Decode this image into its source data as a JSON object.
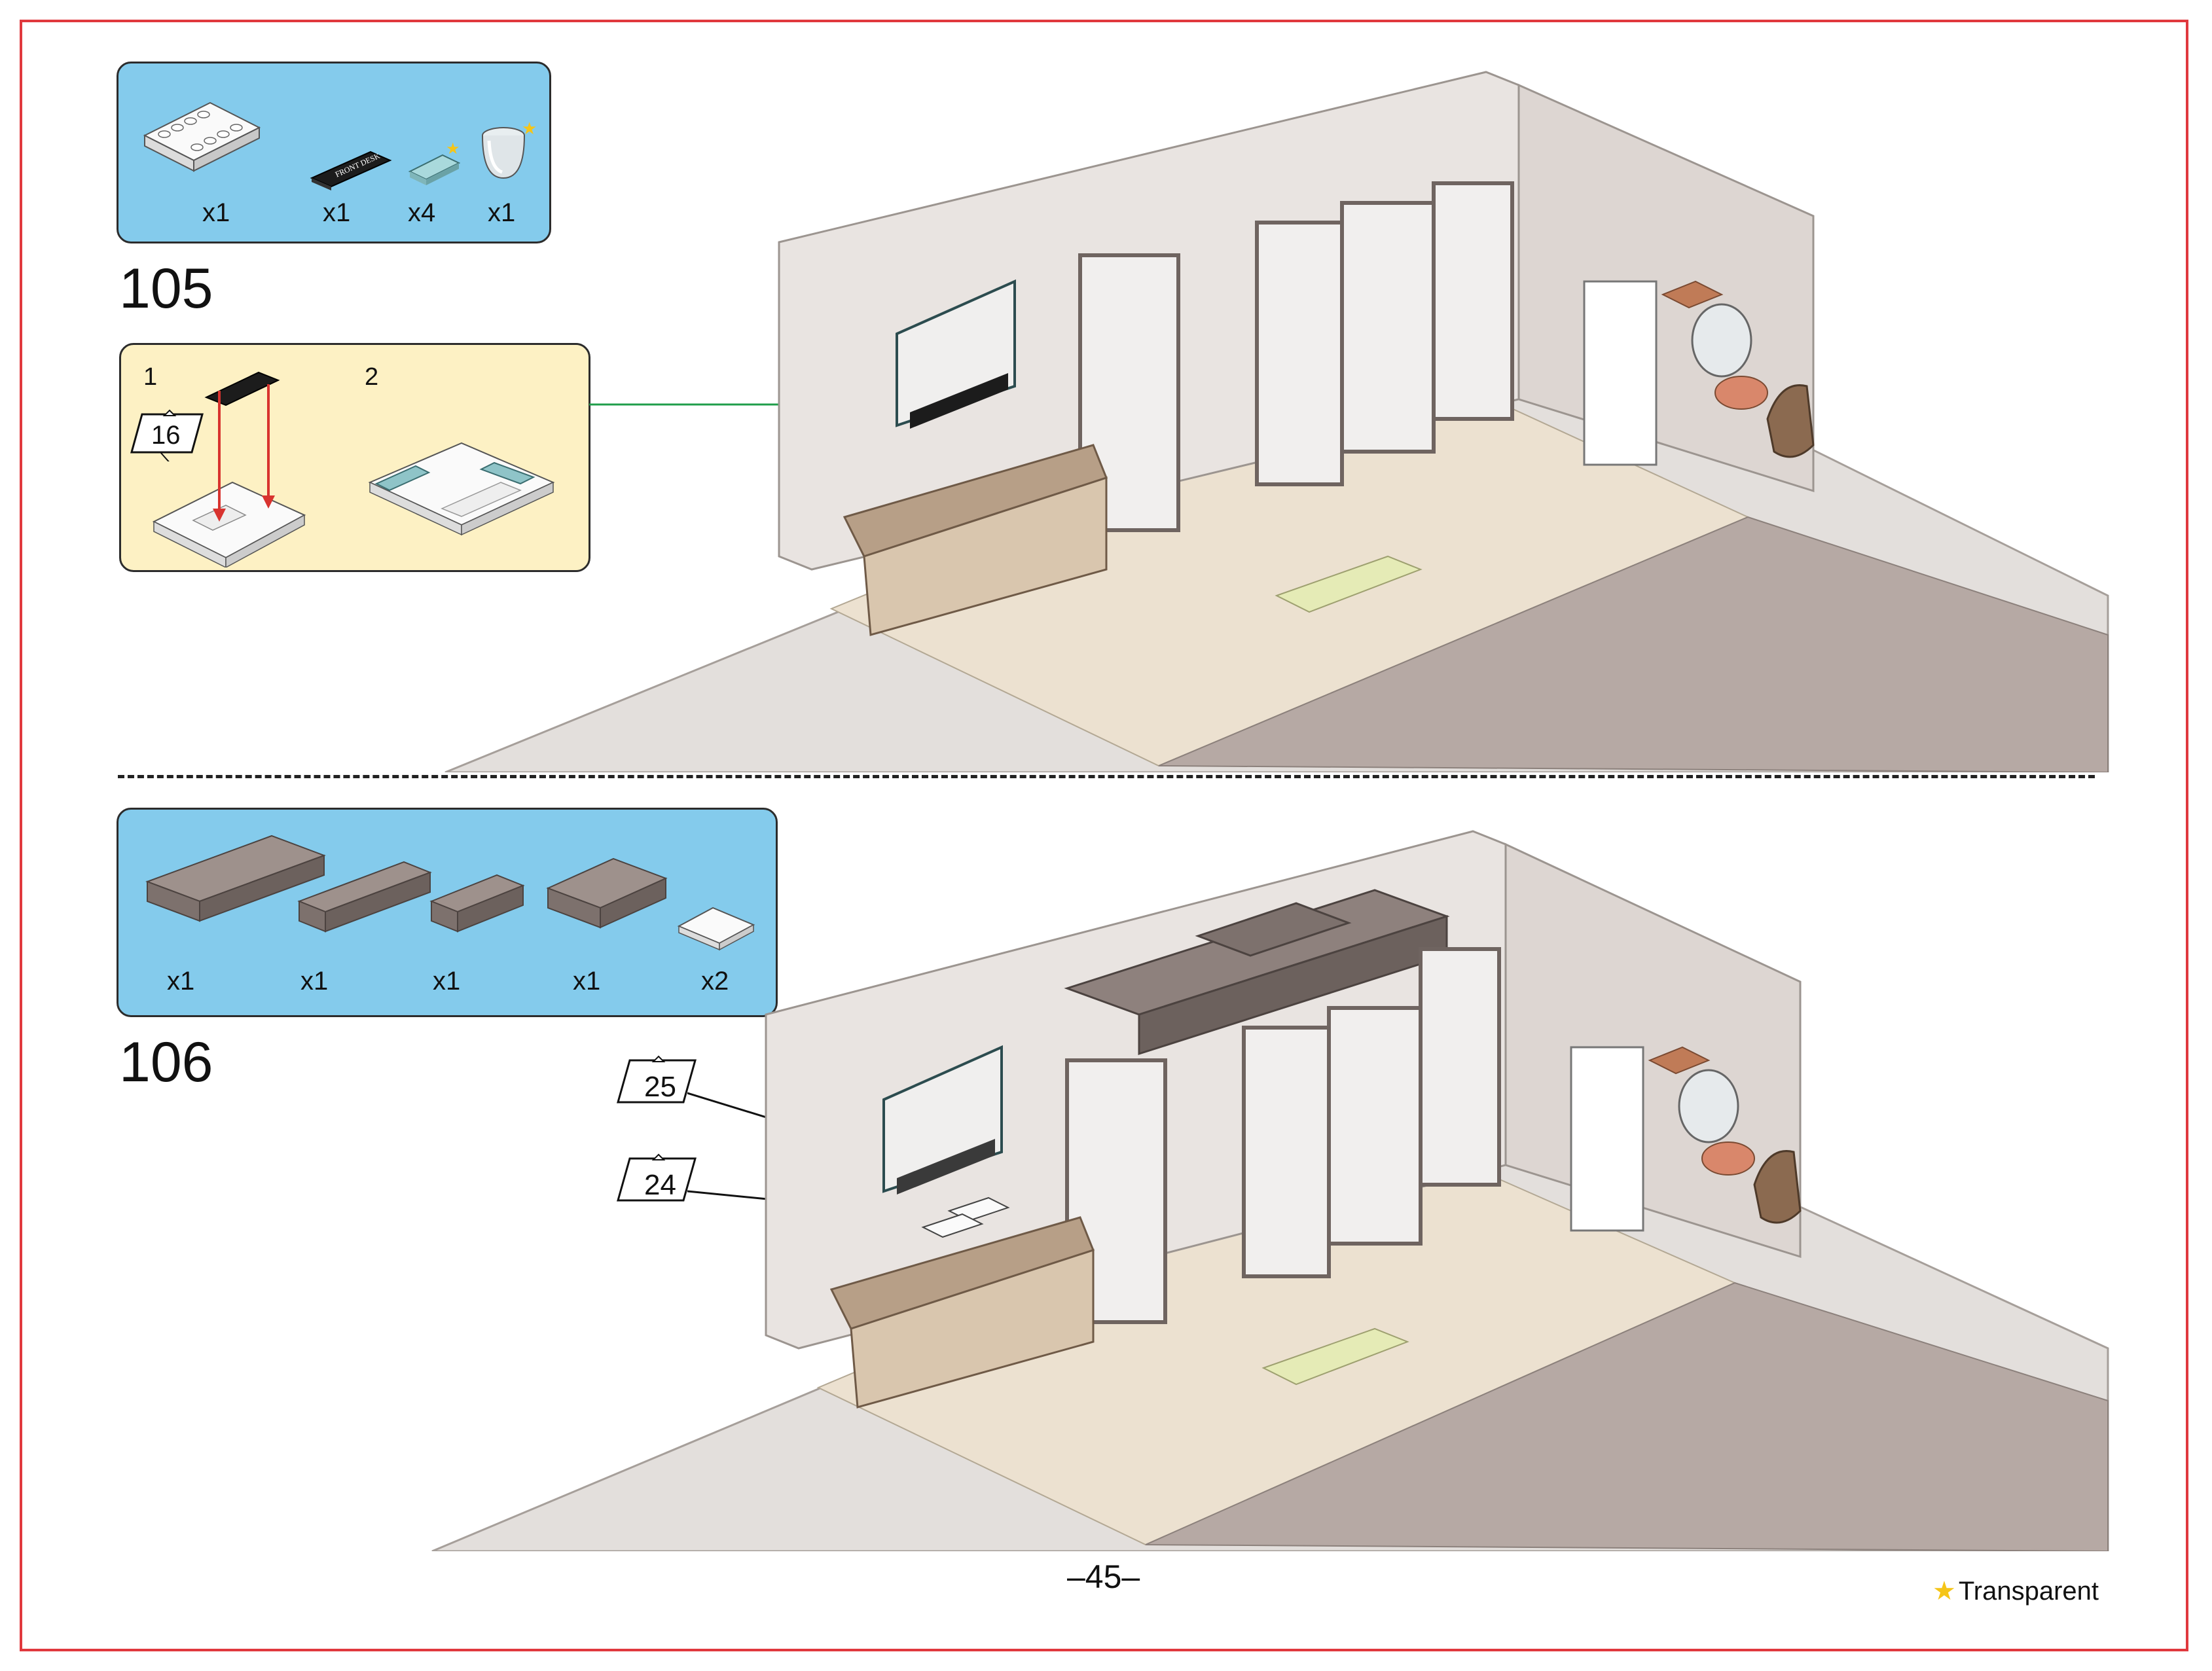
{
  "steps": [
    {
      "number": "105",
      "parts": [
        {
          "name": "white 4x6 plate with studs",
          "qty": "x1"
        },
        {
          "name": "black tile printed FRONT DESK",
          "qty": "x1",
          "print": "FRONT DESK"
        },
        {
          "name": "transparent 1x2 tile",
          "qty": "x4",
          "transparent": true
        },
        {
          "name": "transparent dome",
          "qty": "x1",
          "transparent": true
        }
      ],
      "subassembly": {
        "labels": [
          "1",
          "2"
        ],
        "callout": "16"
      }
    },
    {
      "number": "106",
      "parts": [
        {
          "name": "dark grey 2x6 brick",
          "qty": "x1"
        },
        {
          "name": "dark grey 1x6 brick",
          "qty": "x1"
        },
        {
          "name": "dark grey 1x4 brick",
          "qty": "x1"
        },
        {
          "name": "dark grey 2x4 brick",
          "qty": "x1"
        },
        {
          "name": "white 2x2 tile",
          "qty": "x2"
        }
      ],
      "callouts": [
        "25",
        "24"
      ]
    }
  ],
  "page_number": "–45–",
  "legend": {
    "star": "★",
    "text": "Transparent",
    "star_color": "#f5c518"
  },
  "colors": {
    "frame": "#e0393e",
    "parts_bg": "#84cbec",
    "sub_bg": "#fdf1c4",
    "arrow_green": "#1f9e4a",
    "arrow_red": "#d8332f"
  }
}
